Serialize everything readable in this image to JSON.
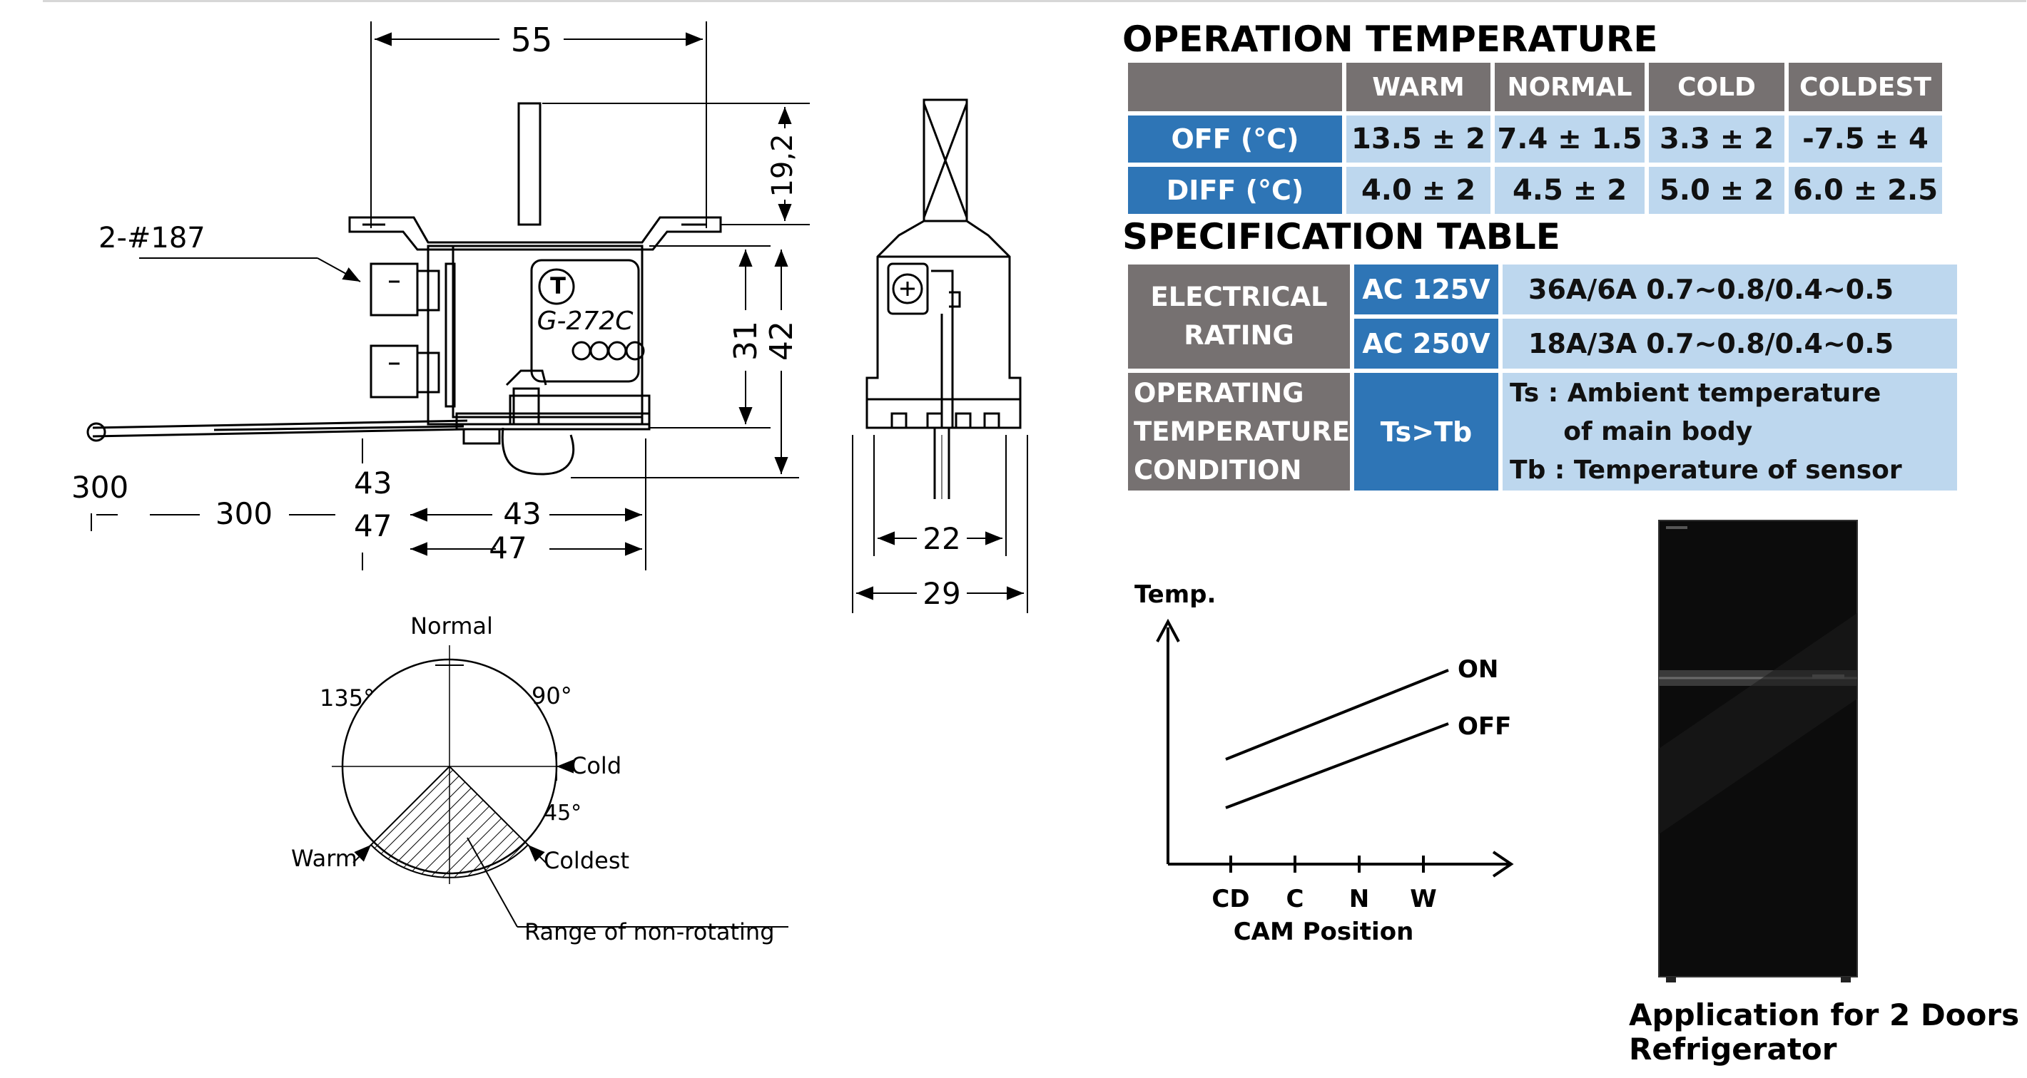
{
  "drawing": {
    "dims": {
      "d55": "55",
      "d19": "19,2",
      "d31": "31",
      "d42": "42",
      "d22": "22",
      "d29": "29",
      "d43": "43",
      "d47": "47",
      "d300": "300"
    },
    "terminal_label": "2-#187",
    "side_label_300": "300",
    "side_label_43": "43",
    "side_label_47": "47",
    "brand_mark": "T",
    "model": "G-272C"
  },
  "cam_dial": {
    "normal": "Normal",
    "angle_135": "135°",
    "angle_90": "90°",
    "cold": "Cold",
    "angle_45": "45°",
    "warm": "Warm",
    "coldest": "Coldest",
    "non_rotating": "Range of non-rotating"
  },
  "operation_temperature": {
    "title": "OPERATION TEMPERATURE",
    "headers": [
      "WARM",
      "NORMAL",
      "COLD",
      "COLDEST"
    ],
    "rows": [
      {
        "label": "OFF (°C)",
        "values": [
          "13.5 ± 2",
          "7.4 ± 1.5",
          "3.3 ± 2",
          "-7.5 ± 4"
        ]
      },
      {
        "label": "DIFF (°C)",
        "values": [
          "4.0 ± 2",
          "4.5 ± 2",
          "5.0 ± 2",
          "6.0 ± 2.5"
        ]
      }
    ]
  },
  "specification_table": {
    "title": "SPECIFICATION TABLE",
    "electrical_rating": [
      "ELECTRICAL",
      "RATING"
    ],
    "ac125": "AC 125V",
    "ac125_value": "36A/6A  0.7~0.8/0.4~0.5",
    "ac250": "AC 250V",
    "ac250_value": "18A/3A 0.7~0.8/0.4~0.5",
    "operating_condition": [
      "OPERATING",
      "TEMPERATURE",
      "CONDITION"
    ],
    "condition": "Ts>Tb",
    "notes": [
      "Ts : Ambient temperature",
      "      of main body",
      "Tb : Temperature of sensor"
    ]
  },
  "cam_chart": {
    "ylabel": "Temp.",
    "xlabel": "CAM Position",
    "ticks": [
      "CD",
      "C",
      "N",
      "W"
    ],
    "lines": [
      "ON",
      "OFF"
    ]
  },
  "application": {
    "caption": [
      "Application for 2 Doors",
      "Refrigerator"
    ]
  },
  "colors": {
    "header_gray": "#767171",
    "label_blue": "#2e75b6",
    "cell_light_blue": "#bdd7ee"
  }
}
